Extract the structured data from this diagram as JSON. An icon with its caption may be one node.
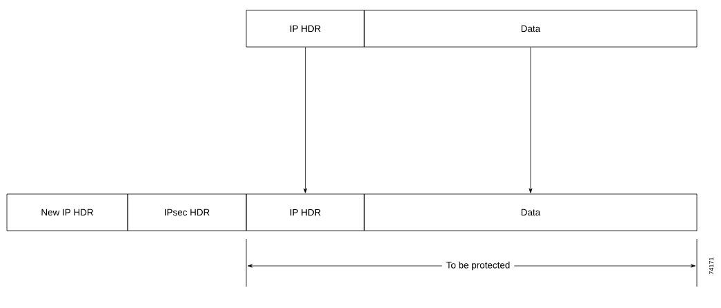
{
  "diagram": {
    "nodes": [
      {
        "text": [
          "IP HDR"
        ]
      },
      {
        "text": [
          "Data"
        ]
      },
      {
        "text": [
          "New IP HDR"
        ]
      },
      {
        "text": [
          "IPsec HDR"
        ]
      },
      {
        "text": [
          "IP HDR"
        ]
      },
      {
        "text": [
          "Data"
        ]
      }
    ],
    "edges": [
      {
        "from": 0,
        "to": 4,
        "arrow": "to"
      },
      {
        "from": 1,
        "to": 5,
        "arrow": "to"
      }
    ],
    "labels": [
      "To be protected",
      "74171"
    ]
  }
}
